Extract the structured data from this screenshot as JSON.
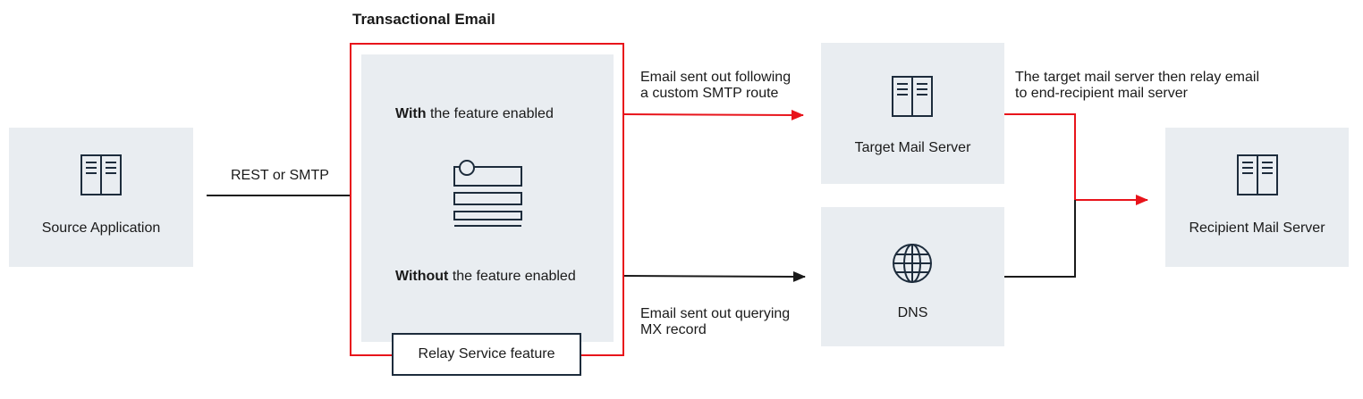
{
  "diagram": {
    "title": "Transactional Email",
    "nodes": {
      "source": {
        "label": "Source Application",
        "icon": "server-icon"
      },
      "target": {
        "label": "Target Mail Server",
        "icon": "server-icon"
      },
      "dns": {
        "label": "DNS",
        "icon": "globe-icon"
      },
      "recipient": {
        "label": "Recipient Mail Server",
        "icon": "server-icon"
      },
      "relay": {
        "label": "Relay Service feature"
      }
    },
    "feature_panel": {
      "with_bold": "With",
      "with_rest": " the feature enabled",
      "without_bold": "Without",
      "without_rest": " the feature enabled",
      "icon": "form-list-icon"
    },
    "edges": {
      "source_to_panel": "REST or SMTP",
      "custom_route_line1": "Email sent out following",
      "custom_route_line2": "a custom SMTP route",
      "mx_line1": "Email sent out querying",
      "mx_line2": "MX record",
      "relay_line1": "The target mail server then relay email",
      "relay_line2": "to end-recipient mail server"
    },
    "colors": {
      "accent_red": "#e8141b",
      "dark_line": "#1a1a1a",
      "box_fill": "#e9edf1",
      "icon_stroke": "#1d2c3c"
    }
  }
}
